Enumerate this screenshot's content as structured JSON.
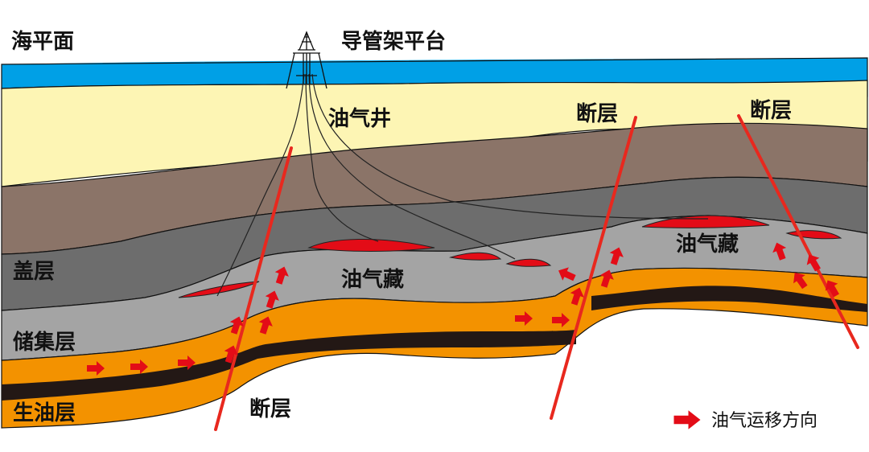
{
  "labels": {
    "sea_level": "海平面",
    "platform": "导管架平台",
    "well": "油气井",
    "cap_layer": "盖层",
    "reservoir_layer": "储集层",
    "source_layer": "生油层",
    "fault_left": "断层",
    "fault_middle": "断层",
    "fault_right": "断层",
    "reservoir_center": "油气藏",
    "reservoir_right": "油气藏"
  },
  "legend": {
    "label": "油气运移方向"
  },
  "colors": {
    "sea": "#00a0e6",
    "sediment_top": "#fdf5b4",
    "mudstone": "#8b7468",
    "cap_rock": "#6d6d6d",
    "reservoir_rock": "#a4a4a4",
    "source_rock": "#f39200",
    "coal_band": "#231815",
    "fault": "#e8281e",
    "oil": "#e30c17",
    "arrow": "#e30c17"
  },
  "icons": {
    "platform": "jacket-platform-icon",
    "migration_arrow": "arrow-right-icon"
  }
}
